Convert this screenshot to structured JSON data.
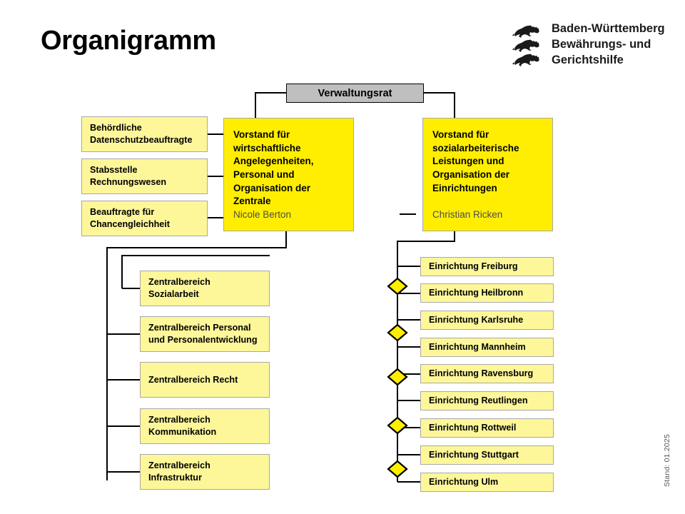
{
  "header": {
    "title": "Organigramm",
    "logo": {
      "icon": "baden-wuerttemberg-three-lions-crest",
      "line1": "Baden-Württemberg",
      "line2": "Bewährungs- und",
      "line3": "Gerichtshilfe"
    }
  },
  "chart_data": {
    "type": "diagram",
    "title": "Organigramm",
    "council": {
      "label": "Verwaltungsrat",
      "fill": "#bfbfbf"
    },
    "boards": [
      {
        "id": "board-wirtschaft",
        "title": "Vorstand für wirtschaftliche Angelegenheiten, Personal und Organisation der Zentrale",
        "person": "Nicole Berton",
        "fill": "#ffee00"
      },
      {
        "id": "board-sozial",
        "title": "Vorstand für sozialarbeiterische Leistungen und Organisation der Einrichtungen",
        "person": "Christian Ricken",
        "fill": "#ffee00"
      }
    ],
    "staff_units": [
      {
        "id": "staff-datenschutz",
        "label": "Behördliche Datenschutzbeauftragte"
      },
      {
        "id": "staff-rechnungswesen",
        "label": "Stabsstelle Rechnungswesen"
      },
      {
        "id": "staff-chancengleichheit",
        "label": "Beauftragte für Chancengleichheit"
      }
    ],
    "central_departments": [
      {
        "id": "zb-sozialarbeit",
        "label": "Zentralbereich Sozialarbeit"
      },
      {
        "id": "zb-personal",
        "label": "Zentralbereich Personal und Personalentwicklung"
      },
      {
        "id": "zb-recht",
        "label": "Zentralbereich Recht"
      },
      {
        "id": "zb-kommunikation",
        "label": "Zentralbereich Kommunikation"
      },
      {
        "id": "zb-infrastruktur",
        "label": "Zentralbereich Infrastruktur"
      }
    ],
    "facilities": [
      {
        "id": "einrichtung-freiburg",
        "label": "Einrichtung Freiburg"
      },
      {
        "id": "einrichtung-heilbronn",
        "label": "Einrichtung Heilbronn"
      },
      {
        "id": "einrichtung-karlsruhe",
        "label": "Einrichtung Karlsruhe"
      },
      {
        "id": "einrichtung-mannheim",
        "label": "Einrichtung Mannheim"
      },
      {
        "id": "einrichtung-ravensburg",
        "label": "Einrichtung Ravensburg"
      },
      {
        "id": "einrichtung-reutlingen",
        "label": "Einrichtung Reutlingen"
      },
      {
        "id": "einrichtung-rottweil",
        "label": "Einrichtung Rottweil"
      },
      {
        "id": "einrichtung-stuttgart",
        "label": "Einrichtung Stuttgart"
      },
      {
        "id": "einrichtung-ulm",
        "label": "Einrichtung Ulm"
      }
    ],
    "junction_markers": {
      "shape": "diamond",
      "count": 5,
      "fill": "#ffee00"
    },
    "colors": {
      "board_fill": "#ffee00",
      "pale_fill": "#fdf79a",
      "council_fill": "#bfbfbf",
      "line": "#000000",
      "box_border": "#a8a8a8"
    }
  },
  "footer": {
    "stand": "Stand: 01.2025"
  }
}
